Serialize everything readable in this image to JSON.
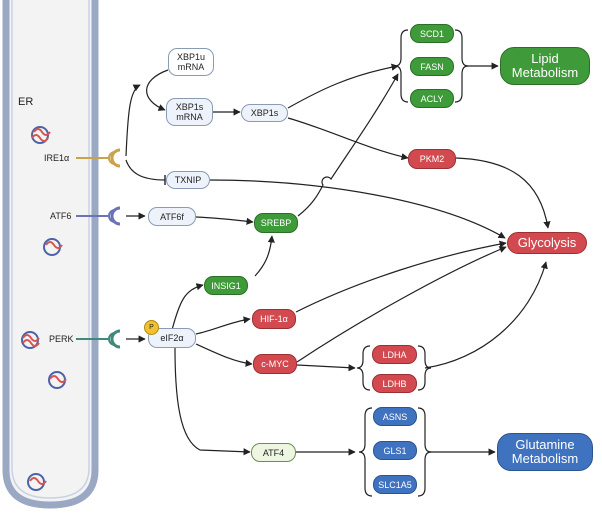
{
  "er_label": "ER",
  "receptors": {
    "ire1a": "IRE1α",
    "atf6": "ATF6",
    "perk": "PERK"
  },
  "nodes": {
    "xbp1u": "XBP1u\nmRNA",
    "xbp1s_mrna": "XBP1s\nmRNA",
    "xbp1s": "XBP1s",
    "txnip": "TXNIP",
    "atf6f": "ATF6f",
    "srebp": "SREBP",
    "insig1": "INSIG1",
    "eif2a": "eIF2α",
    "p_badge": "P",
    "hif1a": "HIF-1α",
    "cmyc": "c-MYC",
    "atf4": "ATF4",
    "scd1": "SCD1",
    "fasn": "FASN",
    "acly": "ACLY",
    "pkm2": "PKM2",
    "ldha": "LDHA",
    "ldhb": "LDHB",
    "asns": "ASNS",
    "gls1": "GLS1",
    "slc1a5": "SLC1A5",
    "lipid": "Lipid\nMetabolism",
    "glycolysis": "Glycolysis",
    "glutamine": "Glutamine\nMetabolism"
  },
  "colors": {
    "green": "#3f9a3a",
    "red": "#d24a4f",
    "blue": "#3f72bf",
    "er_wall": "#9aa8c4",
    "ire1_receptor": "#c9a24a",
    "atf6_receptor": "#6b73b8",
    "perk_receptor": "#3f8a7a"
  }
}
